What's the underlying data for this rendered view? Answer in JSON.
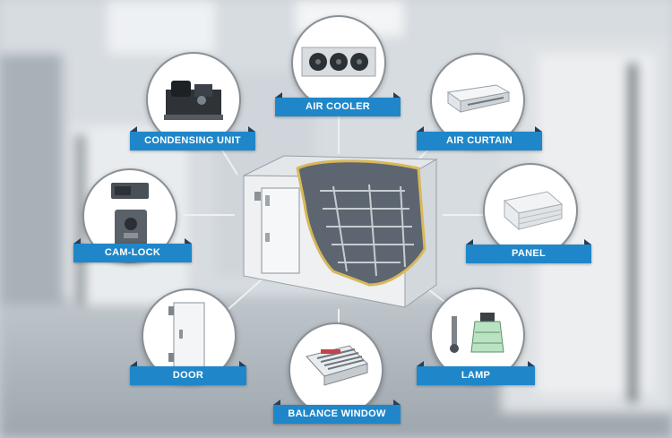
{
  "colors": {
    "label_bg": "#1f87c9",
    "label_text": "#ffffff",
    "circle_bg": "#ffffff",
    "connector": "#eef1f3"
  },
  "center": {
    "icon": "cold-room-cutaway-icon"
  },
  "components": [
    {
      "label": "CONDENSING UNIT",
      "icon": "condensing-unit-icon"
    },
    {
      "label": "AIR COOLER",
      "icon": "air-cooler-icon"
    },
    {
      "label": "AIR CURTAIN",
      "icon": "air-curtain-icon"
    },
    {
      "label": "CAM-LOCK",
      "icon": "cam-lock-icon"
    },
    {
      "label": "PANEL",
      "icon": "panel-icon"
    },
    {
      "label": "DOOR",
      "icon": "door-icon"
    },
    {
      "label": "BALANCE WINDOW",
      "icon": "balance-window-icon"
    },
    {
      "label": "LAMP",
      "icon": "lamp-icon"
    }
  ]
}
